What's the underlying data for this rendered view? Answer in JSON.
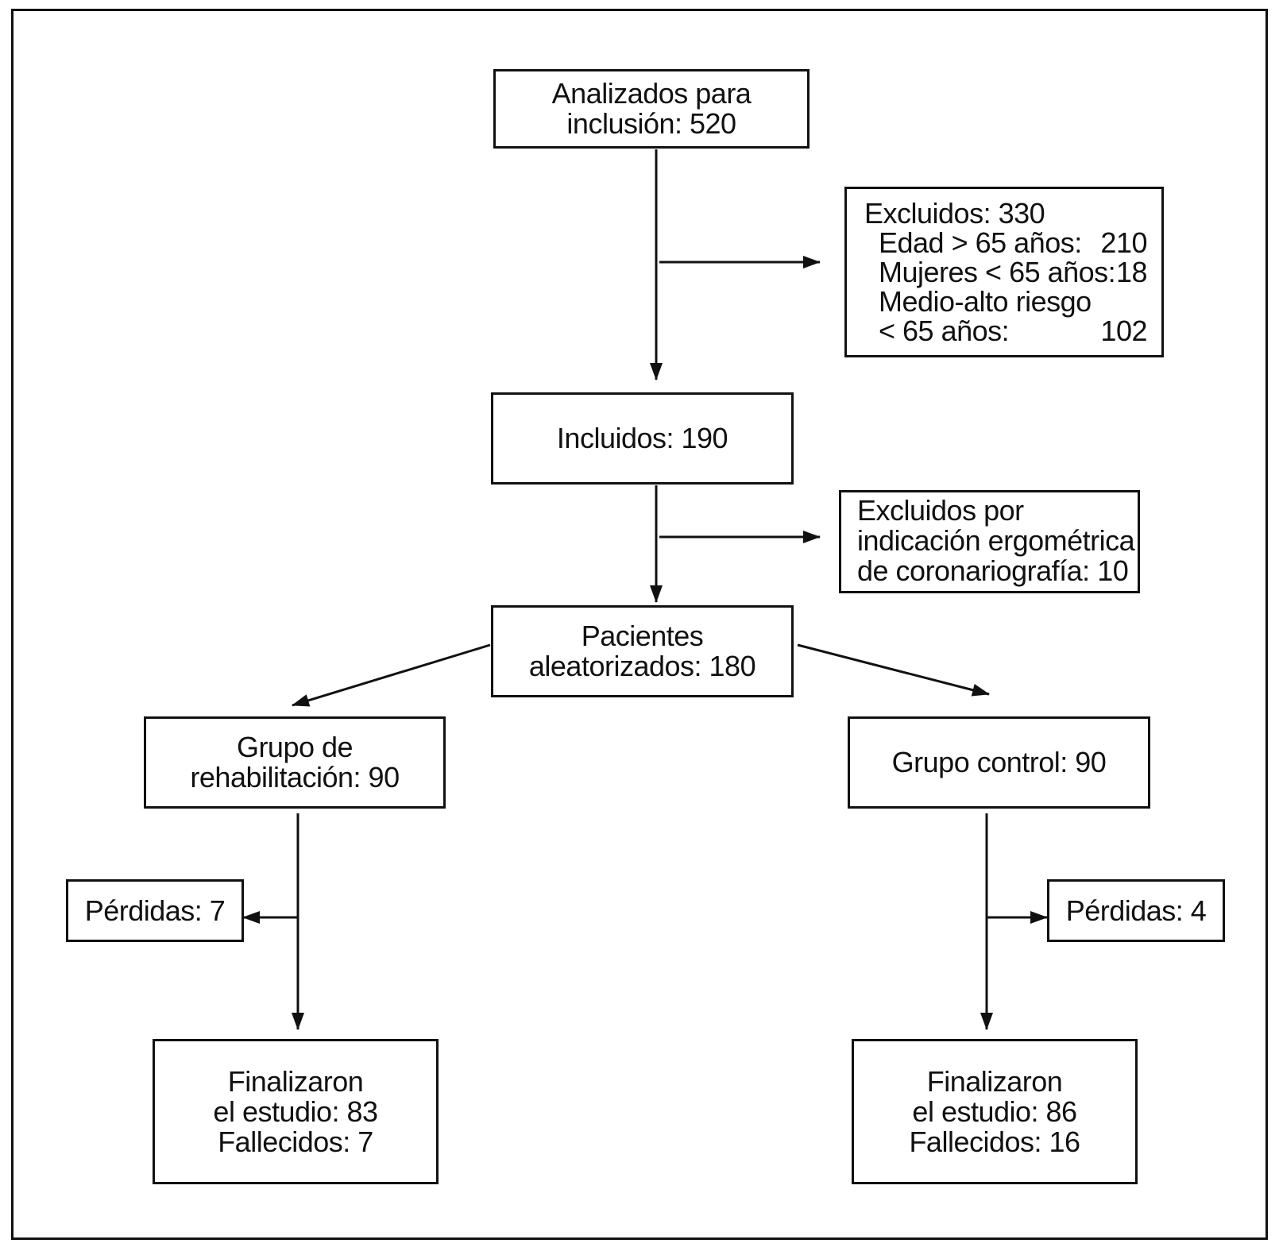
{
  "boxes": {
    "analyzed": {
      "lines": [
        "Analizados para",
        "inclusión: 520"
      ]
    },
    "excluded": {
      "title": "Excluidos: 330",
      "rows": [
        {
          "label": "Edad > 65 años:",
          "value": "210"
        },
        {
          "label": "Mujeres < 65 años:",
          "value": "18"
        },
        {
          "label": "Medio-alto riesgo",
          "value": ""
        },
        {
          "label": "< 65 años:",
          "value": "102"
        }
      ]
    },
    "included": {
      "lines": [
        "Incluidos: 190"
      ]
    },
    "excluded_ergometry": {
      "lines": [
        "Excluidos por",
        "indicación ergométrica",
        "de coronariografía: 10"
      ]
    },
    "randomized": {
      "lines": [
        "Pacientes",
        "aleatorizados: 180"
      ]
    },
    "rehab_group": {
      "lines": [
        "Grupo de",
        "rehabilitación: 90"
      ]
    },
    "control_group": {
      "lines": [
        "Grupo control: 90"
      ]
    },
    "rehab_losses": {
      "lines": [
        "Pérdidas: 7"
      ]
    },
    "control_losses": {
      "lines": [
        "Pérdidas: 4"
      ]
    },
    "rehab_finished": {
      "lines": [
        "Finalizaron",
        "el estudio: 83",
        "Fallecidos: 7"
      ]
    },
    "control_finished": {
      "lines": [
        "Finalizaron",
        "el estudio: 86",
        "Fallecidos: 16"
      ]
    }
  }
}
